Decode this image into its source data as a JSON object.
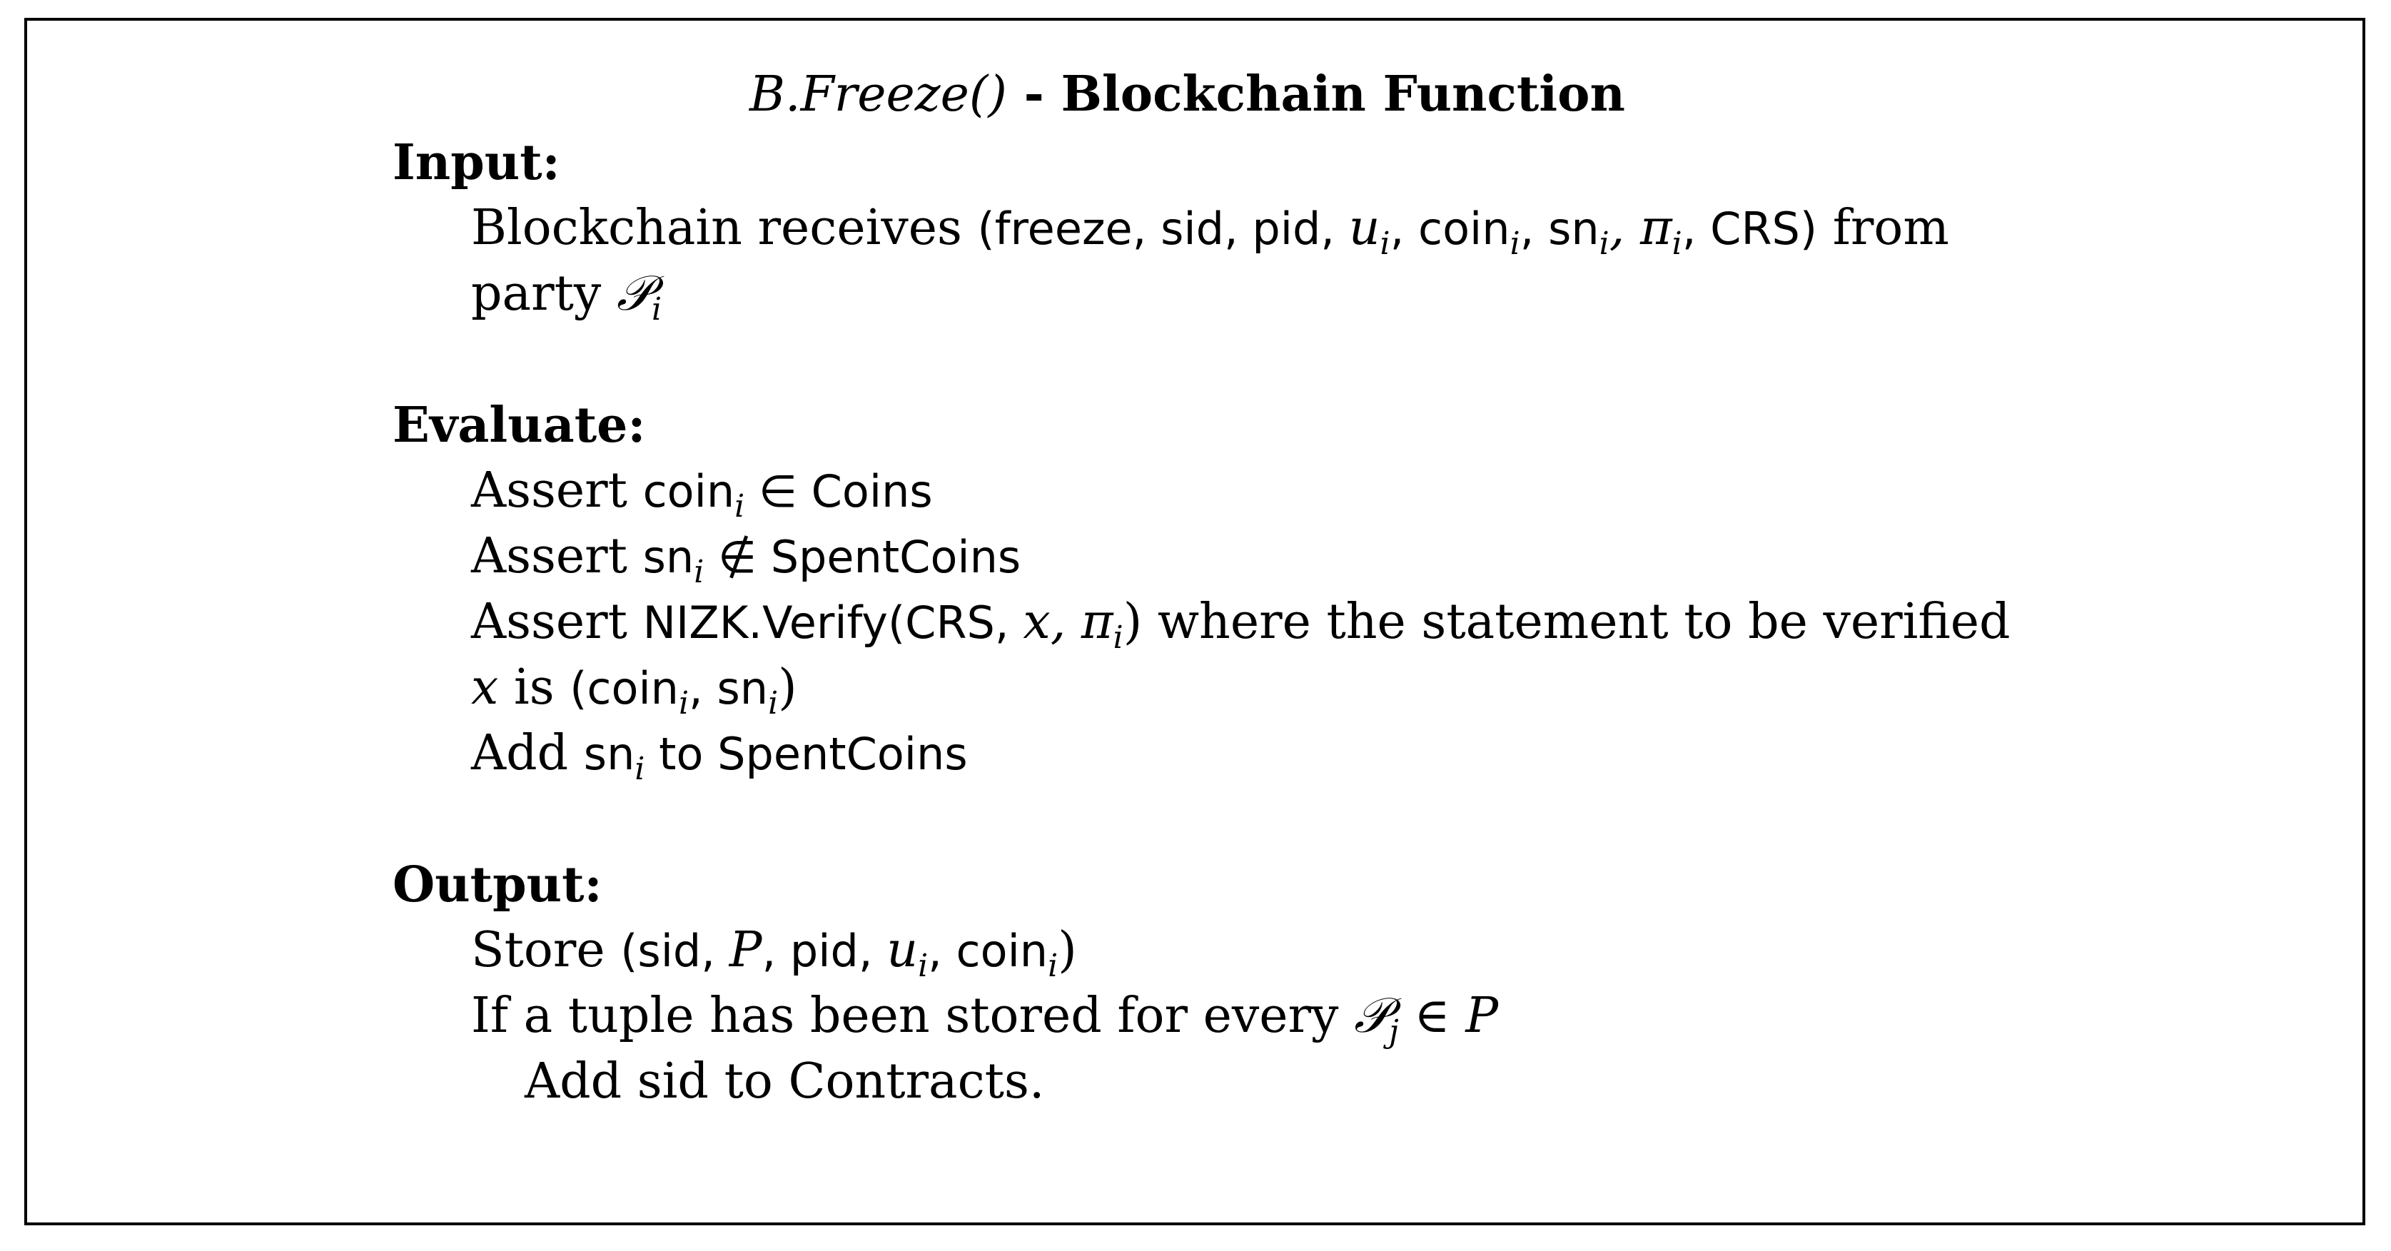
{
  "title": {
    "fn": "B.Freeze()",
    "label": " - Blockchain Function"
  },
  "input": {
    "heading": "Input:",
    "line1_text": "Blockchain receives ",
    "line1_args": "(freeze, sid, pid, ",
    "line1_u": "u",
    "line1_sub_i": "i",
    "line1_coin": ", coin",
    "line1_sn": ", sn",
    "line1_pi": ", π",
    "line1_crs": ", CRS)",
    "line1_tail": " from",
    "line2_text": "party ",
    "line2_party": "𝒫",
    "line2_sub": "i"
  },
  "evaluate": {
    "heading": "Evaluate:",
    "assert": "Assert ",
    "coin": "coin",
    "sub_i": "i",
    "in_coins": " ∈ Coins",
    "sn": "sn",
    "notin_spent": " ∉ SpentCoins",
    "nizk": "NIZK.Verify(CRS, ",
    "x": "x",
    "pi": ", π",
    "close": ")",
    "where": " where the statement to be verified",
    "x_is": " is ",
    "pair_open": "(coin",
    "pair_sep": ", sn",
    "pair_close": ")",
    "add": "Add ",
    "to_spent": " to SpentCoins"
  },
  "output": {
    "heading": "Output:",
    "store": "Store ",
    "store_open": "(sid, ",
    "P": "P",
    "store_pid": ", pid, ",
    "u": "u",
    "sub_i": "i",
    "store_coin": ", coin",
    "store_close": ")",
    "if_text": "If a tuple has been stored for every ",
    "Pj": "𝒫",
    "sub_j": "j",
    "in_P": " ∈ ",
    "add_line": "Add sid to Contracts."
  }
}
